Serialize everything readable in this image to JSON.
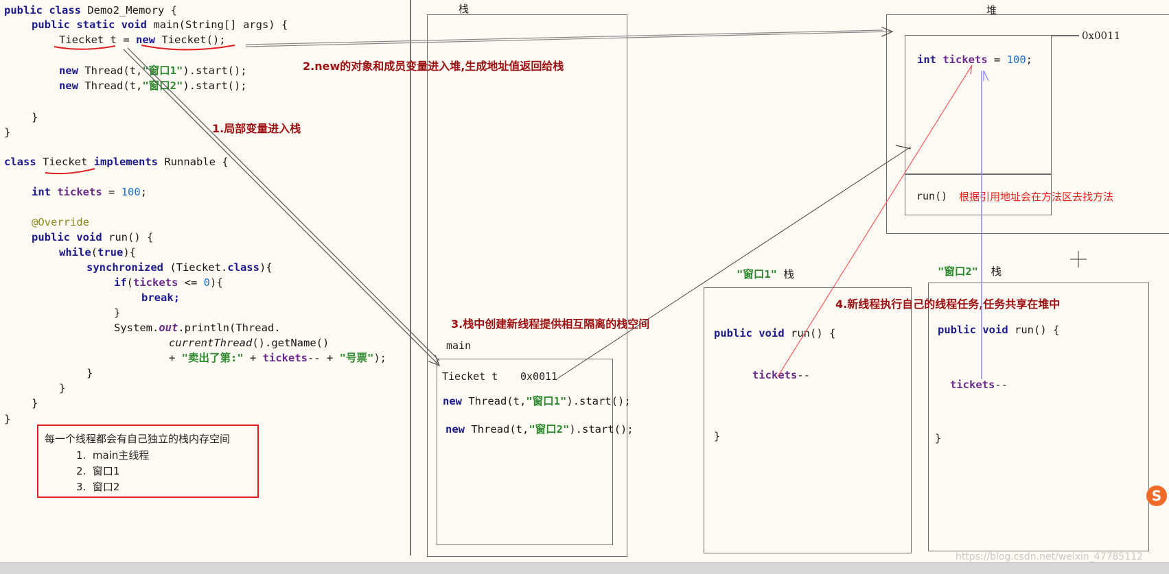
{
  "code": {
    "line1": {
      "kw": "public class",
      "rest": " Demo2_Memory {"
    },
    "line2": {
      "kw": "public static void",
      "rest": " main(String[] args) {"
    },
    "line3": {
      "a": "Tiecket t = ",
      "kw": "new",
      "b": " Tiecket();"
    },
    "line4": {
      "kw": "new",
      "a": " Thread(t,",
      "str": "\"窗口1\"",
      "b": ").start();"
    },
    "line5": {
      "kw": "new",
      "a": " Thread(t,",
      "str": "\"窗口2\"",
      "b": ").start();"
    },
    "brace_inner": "}",
    "brace_outer": "}",
    "class_line": {
      "kw1": "class",
      "name": " Tiecket ",
      "kw2": "implements",
      "rest": " Runnable {"
    },
    "field_line": {
      "kw": "int",
      "fld": " tickets",
      "a": " = ",
      "num": "100",
      "b": ";"
    },
    "override": "@Override",
    "run_line": {
      "kw": "public void",
      "rest": " run() {"
    },
    "while_line": {
      "kw1": "while",
      "a": "(",
      "kw2": "true",
      "b": "){"
    },
    "sync_line": {
      "kw": "synchronized",
      "a": " (Tiecket.",
      "kw2": "class",
      "b": "){"
    },
    "if_line": {
      "kw": "if",
      "a": "(",
      "fld": "tickets",
      "b": " <= ",
      "num": "0",
      "c": "){"
    },
    "break_line": "break;",
    "close1": "}",
    "print_line": {
      "a": "System.",
      "fld": "out",
      "b": ".println(Thread."
    },
    "current_line": {
      "ital": "currentThread",
      "a": "().getName()"
    },
    "concat_line": {
      "a": "+ ",
      "str1": "\"卖出了第:\"",
      "b": " + ",
      "fld": "tickets",
      "c": "-- + ",
      "str2": "\"号票\"",
      "d": ");"
    },
    "close2": "}",
    "close3": "}",
    "close4": "}",
    "close5": "}"
  },
  "note_box": {
    "title": "每一个线程都会有自己独立的栈内存空间",
    "items": [
      "1.  main主线程",
      "2.  窗口1",
      "3.  窗口2"
    ]
  },
  "annotations": {
    "step1": "1.局部变量进入栈",
    "step2": "2.new的对象和成员变量进入堆,生成地址值返回给栈",
    "step3": "3.栈中创建新线程提供相互隔离的栈空间",
    "step4": "4.新线程执行自己的线程任务,任务共享在堆中"
  },
  "stack": {
    "label": "栈",
    "main_label": "main",
    "var_line": "Tiecket t",
    "addr": "0x0011",
    "thread1": {
      "kw": "new",
      "a": " Thread(t,",
      "str": "\"窗口1\"",
      "b": ").start();"
    },
    "thread2": {
      "kw": "new",
      "a": " Thread(t,",
      "str": "\"窗口2\"",
      "b": ").start();"
    }
  },
  "heap": {
    "label": "堆",
    "addr": "0x0011",
    "field": {
      "kw": "int",
      "fld": " tickets",
      "a": " = ",
      "num": "100",
      "b": ";"
    },
    "run": "run()",
    "run_note": "根据引用地址会在方法区去找方法"
  },
  "thread_stack1": {
    "label_str": "\"窗口1\"",
    "label_suffix": " 栈",
    "run": {
      "kw": "public void",
      "rest": " run() {"
    },
    "tickets": "tickets",
    "dec": "--",
    "close": "}"
  },
  "thread_stack2": {
    "label_str": "\"窗口2\"",
    "label_suffix": "  栈",
    "run": {
      "kw": "public void",
      "rest": " run() {"
    },
    "tickets": "tickets",
    "dec": "--",
    "close": "}"
  },
  "colors": {
    "red_note": "#9b1010",
    "red_line": "#ff4a4a",
    "blue_line": "#8a8aff",
    "box_red": "#e02020"
  },
  "watermark": "https://blog.csdn.net/weixin_47785112",
  "logo_text": "S"
}
